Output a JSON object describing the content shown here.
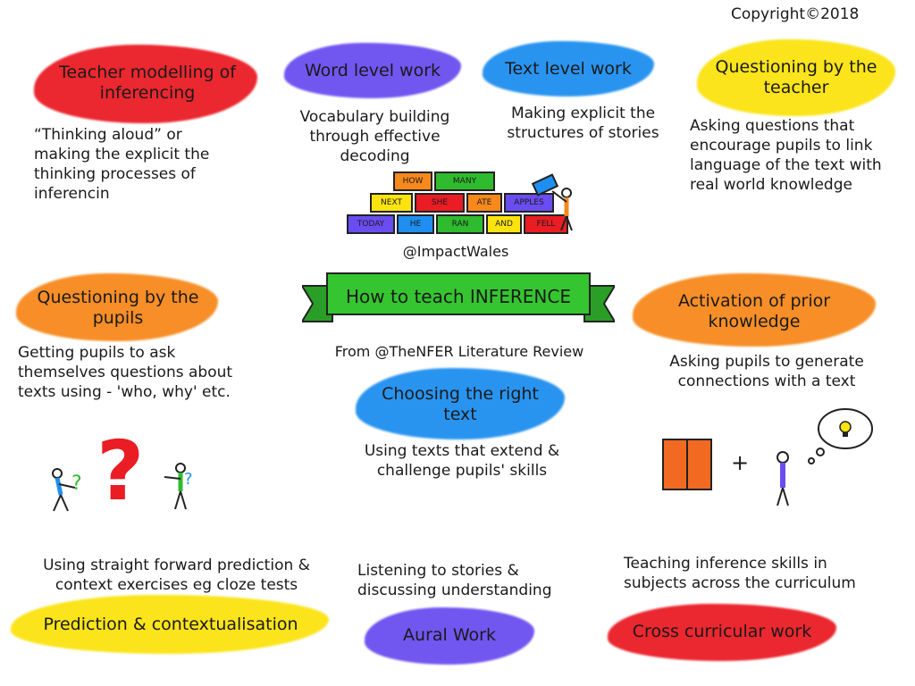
{
  "copyright": "Copyright©2018",
  "center": {
    "banner_title": "How to teach INFERENCE",
    "handle": "@ImpactWales",
    "source": "From @TheNFER Literature Review"
  },
  "blocks": {
    "row1": [
      "HOW",
      "MANY"
    ],
    "row2": [
      "NEXT",
      "SHE",
      "ATE",
      "APPLES"
    ],
    "row3": [
      "TODAY",
      "HE",
      "RAN",
      "AND",
      "FELL"
    ]
  },
  "cards": {
    "teacher_modelling": {
      "heading": "Teacher modelling of inferencing",
      "body": "“Thinking aloud” or making the explicit the thinking processes of inferencin"
    },
    "word_level": {
      "heading": "Word level work",
      "body": "Vocabulary building through effective decoding"
    },
    "text_level": {
      "heading": "Text level work",
      "body": "Making explicit the structures of stories"
    },
    "questioning_teacher": {
      "heading": "Questioning by the teacher",
      "body": "Asking questions that encourage pupils to link language of the text with real world knowledge"
    },
    "questioning_pupils": {
      "heading": "Questioning by the pupils",
      "body": "Getting pupils to ask themselves questions about texts using - 'who, why' etc."
    },
    "prior_knowledge": {
      "heading": "Activation of prior knowledge",
      "body": "Asking pupils to generate connections with a text"
    },
    "choosing_text": {
      "heading": "Choosing the right text",
      "body": "Using texts that extend & challenge pupils' skills"
    },
    "prediction": {
      "heading": "Prediction & contextualisation",
      "body": "Using straight forward prediction & context exercises eg cloze tests"
    },
    "aural": {
      "heading": "Aural Work",
      "body": "Listening to stories & discussing understanding"
    },
    "cross_curricular": {
      "heading": "Cross curricular work",
      "body": "Teaching inference skills in subjects across the curriculum"
    }
  },
  "icons": {
    "question": "?",
    "plus": "+"
  },
  "colors": {
    "red": "#ea1c24",
    "purple": "#6a4df0",
    "blue": "#1e8ff0",
    "yellow": "#fbe30f",
    "orange": "#f7891c",
    "green": "#2fbb2e",
    "banner_green": "#35c530"
  }
}
